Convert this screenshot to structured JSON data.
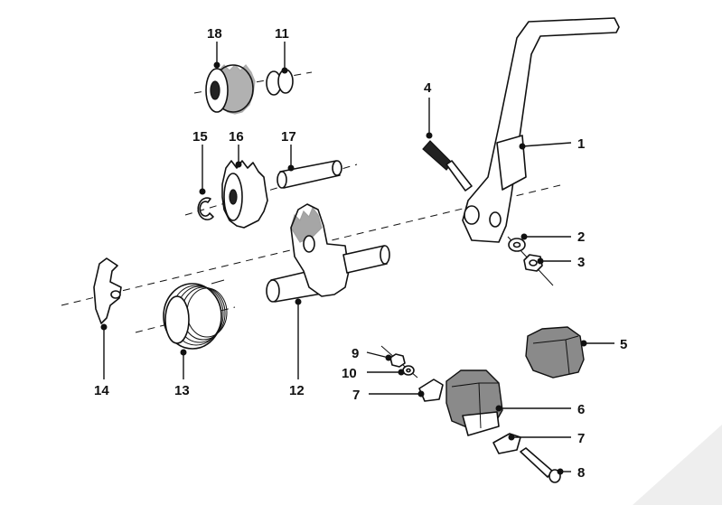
{
  "diagram": {
    "type": "exploded-parts-view",
    "callouts": [
      {
        "id": "c1",
        "number": "1"
      },
      {
        "id": "c2",
        "number": "2"
      },
      {
        "id": "c3",
        "number": "3"
      },
      {
        "id": "c4",
        "number": "4"
      },
      {
        "id": "c5",
        "number": "5"
      },
      {
        "id": "c6",
        "number": "6"
      },
      {
        "id": "c7a",
        "number": "7"
      },
      {
        "id": "c7b",
        "number": "7"
      },
      {
        "id": "c8",
        "number": "8"
      },
      {
        "id": "c9",
        "number": "9"
      },
      {
        "id": "c10",
        "number": "10"
      },
      {
        "id": "c11",
        "number": "11"
      },
      {
        "id": "c12",
        "number": "12"
      },
      {
        "id": "c13",
        "number": "13"
      },
      {
        "id": "c14",
        "number": "14"
      },
      {
        "id": "c15",
        "number": "15"
      },
      {
        "id": "c16",
        "number": "16"
      },
      {
        "id": "c17",
        "number": "17"
      },
      {
        "id": "c18",
        "number": "18"
      }
    ],
    "parts": [
      "kickstart-lever",
      "washer",
      "nut",
      "lever-pin",
      "rubber-pad",
      "lever-rubber",
      "clip",
      "screw",
      "small-nut",
      "small-washer",
      "circlip",
      "kickstart-shaft",
      "return-spring",
      "spring-stop",
      "snap-ring",
      "kickstart-gear",
      "shaft-sleeve",
      "intermediate-gear"
    ]
  }
}
